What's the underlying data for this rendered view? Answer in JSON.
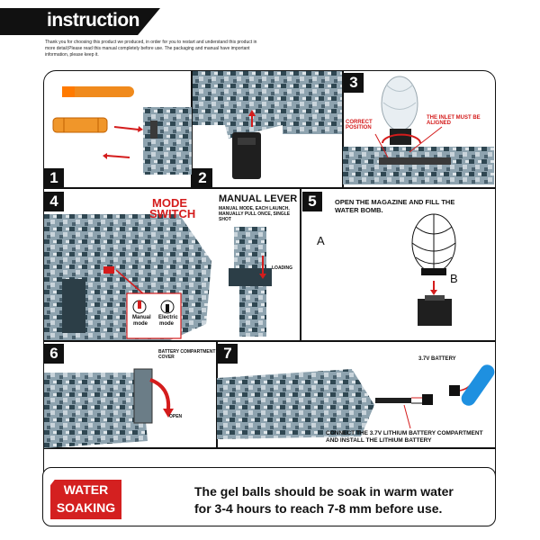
{
  "header": {
    "title": "instruction",
    "intro": "Thank you for choosing this product we produced, in order for you to restart and understand this product in more detail;Please read this manual completely before use. The packaging and manual have important information, please keep it."
  },
  "steps": {
    "s1": {
      "number": "1"
    },
    "s2": {
      "number": "2"
    },
    "s3": {
      "number": "3",
      "correct_position": "CORRECT POSITION",
      "inlet": "THE INLET MUST BE ALIGNED"
    },
    "s4": {
      "number": "4",
      "mode_switch_1": "MODE",
      "mode_switch_2": "SWITCH",
      "manual_mode_1": "Manual",
      "manual_mode_2": "mode",
      "electric_mode_1": "Electric",
      "electric_mode_2": "mode"
    },
    "lever": {
      "title": "MANUAL LEVER",
      "desc": "MANUAL MODE, EACH LAUNCH, MANUALLY PULL ONCE, SINGLE SHOT",
      "loading": "LOADING"
    },
    "s5": {
      "number": "5",
      "text": "OPEN THE MAGAZINE AND FILL THE WATER BOMB.",
      "label_a": "A",
      "label_b": "B"
    },
    "s6": {
      "number": "6",
      "cover": "BATTERY COMPARTMENT COVER",
      "open": "OPEN"
    },
    "s7": {
      "number": "7",
      "battery": "3.7V BATTERY",
      "text": "CONNECT THE 3.7V LITHIUM BATTERY COMPARTMENT AND INSTALL THE LITHIUM BATTERY"
    }
  },
  "soaking": {
    "badge_line1": "WATER",
    "badge_line2": "SOAKING",
    "line1": "The gel balls should be soak in warm water",
    "line2": "for 3-4 hours to reach 7-8 mm before use."
  },
  "colors": {
    "accent_red": "#d41c1c",
    "camo_dark": "#2f4752",
    "camo_mid": "#7d93a0",
    "camo_light": "#c9d4db",
    "battery_blue": "#1e90e0",
    "bullet_orange": "#f08a1c"
  }
}
